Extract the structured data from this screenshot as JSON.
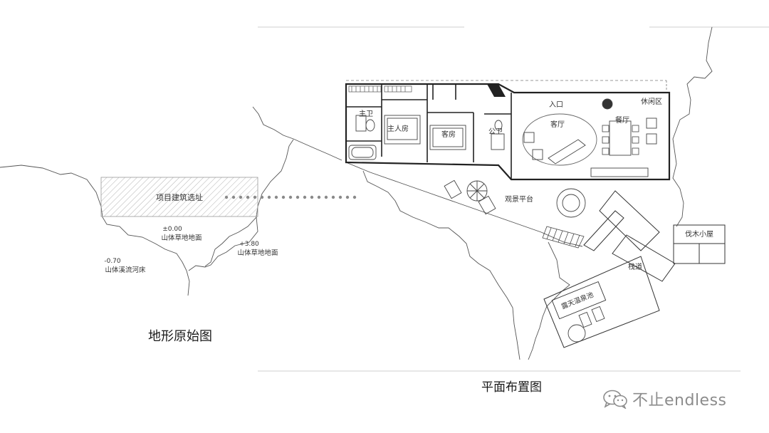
{
  "terrain_diagram": {
    "title": "地形原始图",
    "site_label": "项目建筑选址",
    "elevations": [
      {
        "value": "±0.00",
        "label": "山体草地地面"
      },
      {
        "value": "+3.80",
        "label": "山体草地地面"
      },
      {
        "value": "-0.70",
        "label": "山体溪流河床"
      }
    ]
  },
  "floor_plan": {
    "title": "平面布置图",
    "rooms": {
      "master_bath": "主卫",
      "master_bedroom": "主人房",
      "guest_room": "客房",
      "public_bath": "公卫",
      "entrance": "入口",
      "living_room": "客厅",
      "dining_room": "餐厅",
      "lounge": "休闲区",
      "viewing_deck": "观景平台",
      "boardwalk": "栈道",
      "cabin": "伐木小屋",
      "hot_spring": "露天温泉池"
    }
  },
  "watermark": {
    "text": "不止endless",
    "icon": "wechat-icon"
  }
}
